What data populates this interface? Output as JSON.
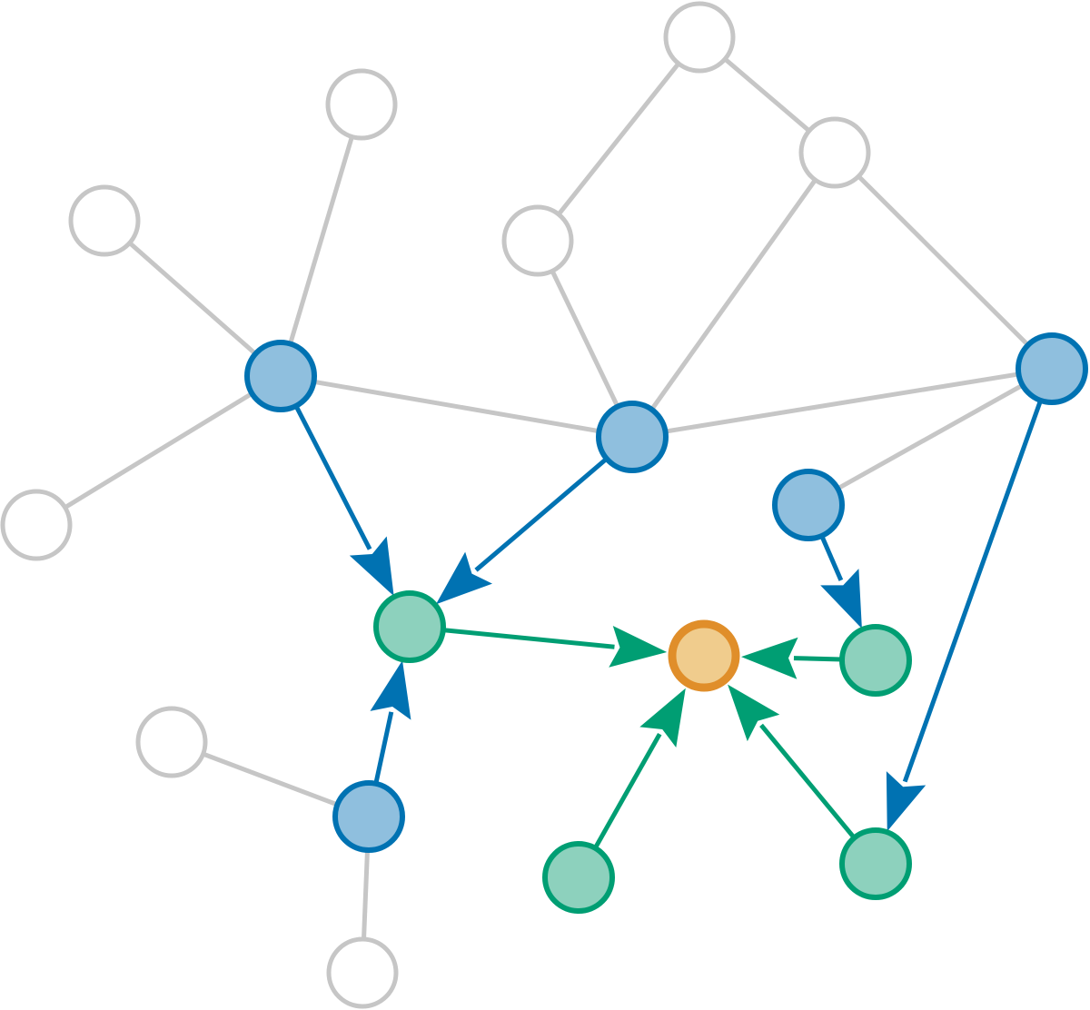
{
  "colors": {
    "inactive_stroke": "#c6c6c6",
    "inactive_fill": "#ffffff",
    "blue_stroke": "#0072b2",
    "blue_fill": "#8fbfde",
    "green_stroke": "#009e73",
    "green_fill": "#8dd1bd",
    "target_stroke": "#e08e2a",
    "target_fill": "#f0cc8d"
  },
  "nodes": [
    {
      "id": "g1",
      "kind": "inactive"
    },
    {
      "id": "g2",
      "kind": "inactive"
    },
    {
      "id": "g3",
      "kind": "inactive"
    },
    {
      "id": "g4",
      "kind": "inactive"
    },
    {
      "id": "g5",
      "kind": "inactive"
    },
    {
      "id": "g6",
      "kind": "inactive"
    },
    {
      "id": "g7",
      "kind": "inactive"
    },
    {
      "id": "g8",
      "kind": "inactive"
    },
    {
      "id": "b1",
      "kind": "blue"
    },
    {
      "id": "b2",
      "kind": "blue"
    },
    {
      "id": "b3",
      "kind": "blue"
    },
    {
      "id": "b4",
      "kind": "blue"
    },
    {
      "id": "b5",
      "kind": "blue"
    },
    {
      "id": "n1",
      "kind": "green"
    },
    {
      "id": "n2",
      "kind": "green"
    },
    {
      "id": "n3",
      "kind": "green"
    },
    {
      "id": "n4",
      "kind": "green"
    },
    {
      "id": "t",
      "kind": "target"
    }
  ],
  "edges": [
    {
      "from": "g1",
      "to": "g5",
      "kind": "inactive"
    },
    {
      "from": "g1",
      "to": "g3",
      "kind": "inactive"
    },
    {
      "from": "g2",
      "to": "b1",
      "kind": "inactive"
    },
    {
      "from": "g4",
      "to": "b1",
      "kind": "inactive"
    },
    {
      "from": "g6",
      "to": "b1",
      "kind": "inactive"
    },
    {
      "from": "b1",
      "to": "b2",
      "kind": "inactive"
    },
    {
      "from": "g5",
      "to": "b2",
      "kind": "inactive"
    },
    {
      "from": "g3",
      "to": "b2",
      "kind": "inactive"
    },
    {
      "from": "g3",
      "to": "b3",
      "kind": "inactive"
    },
    {
      "from": "b2",
      "to": "b3",
      "kind": "inactive"
    },
    {
      "from": "b3",
      "to": "b4",
      "kind": "inactive"
    },
    {
      "from": "g7",
      "to": "b5",
      "kind": "inactive"
    },
    {
      "from": "b5",
      "to": "g8",
      "kind": "inactive"
    },
    {
      "from": "b1",
      "to": "n1",
      "kind": "blue"
    },
    {
      "from": "b2",
      "to": "n1",
      "kind": "blue"
    },
    {
      "from": "b4",
      "to": "n2",
      "kind": "blue"
    },
    {
      "from": "b3",
      "to": "n4",
      "kind": "blue"
    },
    {
      "from": "b5",
      "to": "n1",
      "kind": "blue"
    },
    {
      "from": "n1",
      "to": "t",
      "kind": "green"
    },
    {
      "from": "n2",
      "to": "t",
      "kind": "green"
    },
    {
      "from": "n3",
      "to": "t",
      "kind": "green"
    },
    {
      "from": "n4",
      "to": "t",
      "kind": "green"
    }
  ]
}
